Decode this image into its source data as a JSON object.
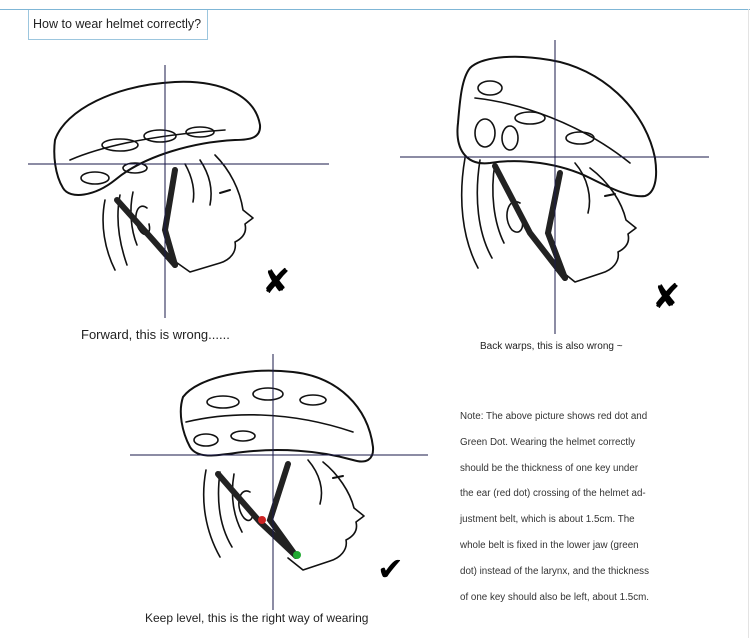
{
  "title": "How to wear helmet correctly?",
  "captions": {
    "forward": "Forward, this is wrong......",
    "back": "Back warps, this is also wrong ~",
    "level": "Keep level, this is the right way of wearing"
  },
  "note_lines": [
    "Note: The above picture shows red dot and",
    "Green Dot. Wearing the helmet correctly",
    "should be the thickness of one key under",
    "the ear (red dot) crossing of the helmet ad-",
    "justment belt, which is about 1.5cm. The",
    "whole belt is fixed in the lower jaw (green",
    "dot) instead of the larynx, and the thickness",
    "of one key should also be left, about 1.5cm."
  ],
  "marks": {
    "wrong": "✘",
    "right": "✔"
  },
  "colors": {
    "red_dot": "#cc2222",
    "green_dot": "#22aa33",
    "guide_line": "#1a1a4a"
  }
}
